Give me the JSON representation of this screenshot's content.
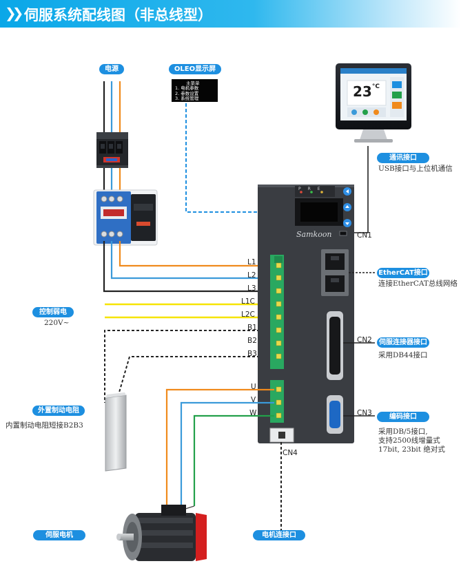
{
  "banner": {
    "chevron_icon": "double-chevron-right-icon",
    "title": "伺服系统配线图（非总线型）"
  },
  "components": {
    "power": {
      "label": "电源"
    },
    "oled": {
      "label": "OLEO显示屏",
      "screen_lines": [
        "主菜单",
        "1. 电机参数",
        "2. 参数设置",
        "3. 系统管理"
      ]
    },
    "usb": {
      "label": "通讯接口",
      "note": "USB接口与上位机通信"
    },
    "monitor": {
      "temperature": "23",
      "unit": "°C"
    },
    "ethercat": {
      "label": "EtherCAT接口",
      "note": "连接EtherCAT总线网络"
    },
    "control_power": {
      "label": "控制弱电",
      "note": "220V~"
    },
    "encoder_cn2": {
      "label": "伺服连接器接口",
      "note": "采用DB44接口"
    },
    "brake_resistor": {
      "label": "外置制动电阻",
      "note": "内置制动电阻短接B2B3"
    },
    "encoder_cn3": {
      "label": "编码接口",
      "note_lines": [
        "采用DB/5接口,",
        "支持2500线增量式",
        "17bit, 23bit 绝对式"
      ]
    },
    "motor": {
      "label": "伺服电机"
    },
    "motor_conn": {
      "label": "电机连接口"
    }
  },
  "drive": {
    "brand": "Samkoon",
    "leds": [
      "P",
      "R",
      "E"
    ],
    "ports": {
      "cn1": "CN1",
      "cn2": "CN2",
      "cn3": "CN3",
      "cn4": "CN4"
    }
  },
  "terminals": [
    "L1",
    "L2",
    "L3",
    "L1C",
    "L2C",
    "B1",
    "B2",
    "B3",
    "U",
    "V",
    "W"
  ],
  "colors": {
    "orange": "#f08a1c",
    "blue": "#3a9ad9",
    "black": "#222222",
    "yellow": "#f6e400",
    "green": "#22a04a",
    "accent": "#1d8fe0"
  }
}
